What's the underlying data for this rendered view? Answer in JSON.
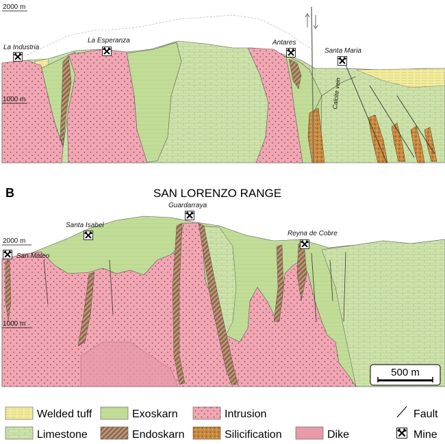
{
  "panel_a": {
    "elevations": [
      "2000 m",
      "1000 m"
    ],
    "mines": [
      "La Industria",
      "La Esperanza",
      "Antares",
      "Santa Maria"
    ],
    "calcite_vein_label": "Calcite vein"
  },
  "panel_b": {
    "letter": "B",
    "title": "SAN LORENZO RANGE",
    "elevations": [
      "2000 m",
      "1000 m"
    ],
    "mines": [
      "San Mateo",
      "Santa Isabel",
      "Guardarraya",
      "Reyna de Cobre"
    ]
  },
  "scale_bar": "500 m",
  "legend": {
    "welded_tuff": "Welded tuff",
    "exoskarn": "Exoskarn",
    "intrusion": "Intrusion",
    "fault": "Fault",
    "limestone": "Limestone",
    "endoskarn": "Endoskarn",
    "silicification": "Silicification",
    "dike": "Dike",
    "mine": "Mine"
  },
  "colors": {
    "intrusion": "#f0a7b3",
    "exoskarn": "#c7df9f",
    "limestone": "#d6e8b6",
    "welded_tuff": "#f2ec9a",
    "silicification": "#c8893f",
    "dike": "#e79aa8",
    "endoskarn_red": "#b84c63",
    "endoskarn_green": "#8fb760"
  },
  "icons": {
    "mine": "crossed-hammers-icon",
    "fault": "fault-line-icon"
  }
}
